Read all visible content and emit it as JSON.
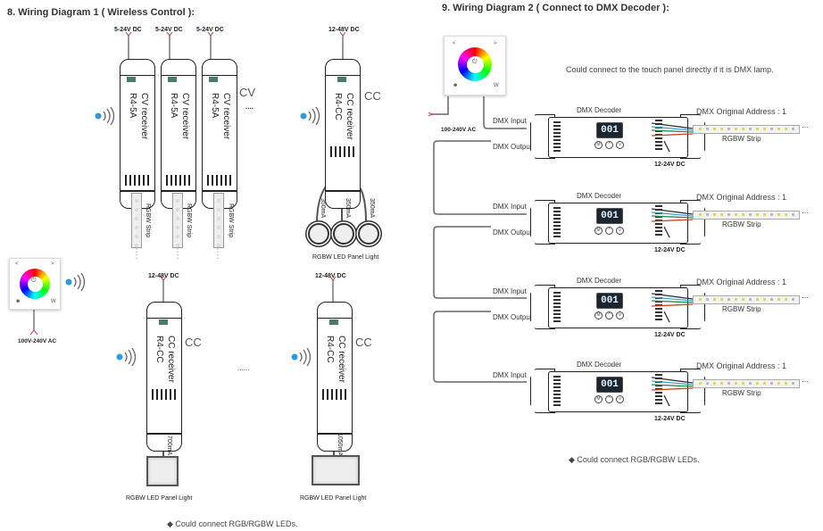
{
  "diagram1": {
    "heading": "8. Wiring Diagram 1 ( Wireless Control ):",
    "cv_receivers": [
      {
        "power": "5-24V DC",
        "title": "CV receiver",
        "model": "R4-5A",
        "load": "RGBW Strip"
      },
      {
        "power": "5-24V DC",
        "title": "CV receiver",
        "model": "R4-5A",
        "load": "RGBW Strip"
      },
      {
        "power": "5-24V DC",
        "title": "CV receiver",
        "model": "R4-5A",
        "load": "RGBW Strip"
      }
    ],
    "cv_label": "CV",
    "cv_ellipsis": "....",
    "cc_top": {
      "power": "12-48V DC",
      "title": "CC receiver",
      "model": "R4-CC",
      "label": "CC",
      "currents": [
        "350mA",
        "350mA",
        "350mA"
      ],
      "load": "RGBW LED Panel Light"
    },
    "cc_bottom": [
      {
        "power": "12-48V DC",
        "title": "CC receiver",
        "model": "R4-CC",
        "label": "CC",
        "current": "700mA",
        "load": "RGBW LED Panel Light"
      },
      {
        "power": "12-48V DC",
        "title": "CC receiver",
        "model": "R4-CC",
        "label": "CC",
        "current": "1050mA",
        "load": "RGBW LED Panel Light"
      }
    ],
    "cc_ellipsis": "......",
    "strip_ellipsis": ":",
    "remote": {
      "supply": "100V-240V AC",
      "keys": {
        "left": "<",
        "right": ">",
        "bottom_left": "☻",
        "bottom_right": "W",
        "center": "⏻"
      }
    },
    "footnote": "◆ Could connect RGB/RGBW LEDs."
  },
  "diagram2": {
    "heading": "9. Wiring Diagram 2 ( Connect to DMX Decoder ):",
    "panel": {
      "supply": "100-240V AC",
      "keys": {
        "left": "<",
        "right": ">",
        "bottom_left": "☻",
        "bottom_right": "W",
        "center": "⏻"
      }
    },
    "panel_note": "Could connect to the touch panel directly if it is DMX lamp.",
    "decoders": [
      {
        "title": "DMX Decoder",
        "display": "001",
        "input": "DMX Input",
        "output": "DMX Output",
        "power": "12-24V DC",
        "address_label": "DMX Original Address : 1",
        "load": "RGBW Strip",
        "buttons": [
          "M",
          "^",
          "v"
        ]
      },
      {
        "title": "DMX Decoder",
        "display": "001",
        "input": "DMX Input",
        "output": "DMX Output",
        "power": "12-24V DC",
        "address_label": "DMX Original Address : 1",
        "load": "RGBW Strip",
        "buttons": [
          "M",
          "^",
          "v"
        ]
      },
      {
        "title": "DMX Decoder",
        "display": "001",
        "input": "DMX Input",
        "output": "DMX Output",
        "power": "12-24V DC",
        "address_label": "DMX Original Address : 1",
        "load": "RGBW Strip",
        "buttons": [
          "M",
          "^",
          "v"
        ]
      },
      {
        "title": "DMX Decoder",
        "display": "001",
        "input": "DMX Input",
        "output": "",
        "power": "12-24V DC",
        "address_label": "DMX Original Address : 1",
        "load": "RGBW Strip",
        "buttons": [
          "M",
          "^",
          "v"
        ]
      }
    ],
    "strip_ellipsis": "···",
    "footnote": "◆ Could connect RGB/RGBW LEDs."
  },
  "colors": {
    "signal": "#2a9be0",
    "wire": "#555555",
    "terminal": "#4a7c6a",
    "display_bg": "#1b2530"
  }
}
